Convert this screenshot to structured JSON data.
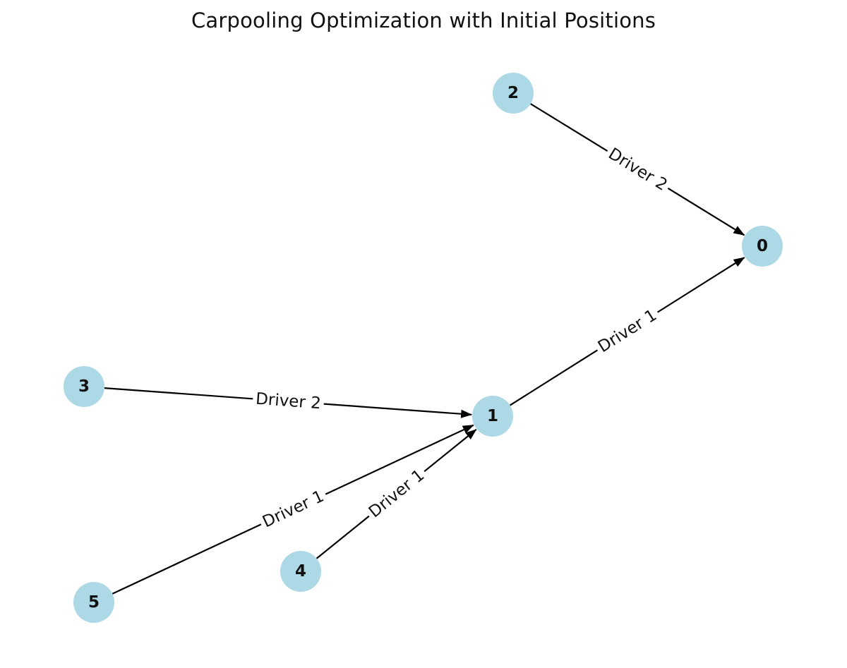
{
  "title": "Carpooling Optimization with Initial Positions",
  "style": {
    "node_fill": "#add8e6",
    "edge_color": "#000000",
    "label_bg": "#ffffff"
  },
  "graph": {
    "directed": true,
    "nodes": [
      {
        "id": "0",
        "label": "0"
      },
      {
        "id": "1",
        "label": "1"
      },
      {
        "id": "2",
        "label": "2"
      },
      {
        "id": "3",
        "label": "3"
      },
      {
        "id": "4",
        "label": "4"
      },
      {
        "id": "5",
        "label": "5"
      }
    ],
    "edges": [
      {
        "source": "2",
        "target": "0",
        "label": "Driver 2"
      },
      {
        "source": "1",
        "target": "0",
        "label": "Driver 1"
      },
      {
        "source": "3",
        "target": "1",
        "label": "Driver 2"
      },
      {
        "source": "5",
        "target": "1",
        "label": "Driver 1"
      },
      {
        "source": "4",
        "target": "1",
        "label": "Driver 1"
      }
    ]
  }
}
